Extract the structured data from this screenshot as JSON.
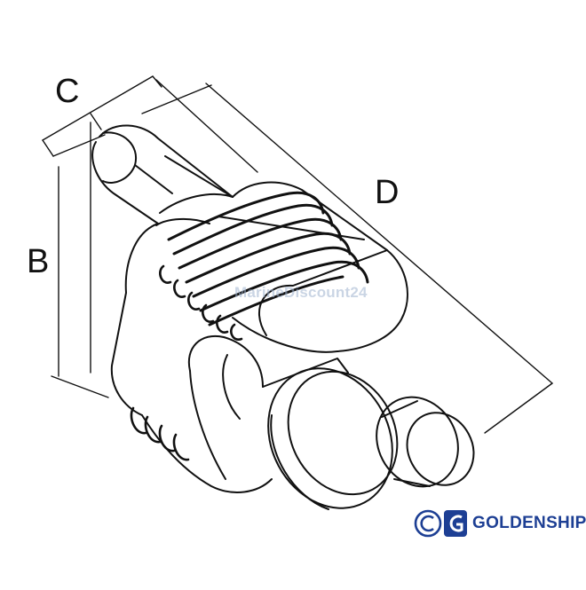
{
  "dimensions": {
    "c": "C",
    "b": "B",
    "d": "D"
  },
  "watermark": "MarineDiscount24",
  "brand": {
    "name": "GOLDENSHIP",
    "color": "#1d3f94"
  }
}
